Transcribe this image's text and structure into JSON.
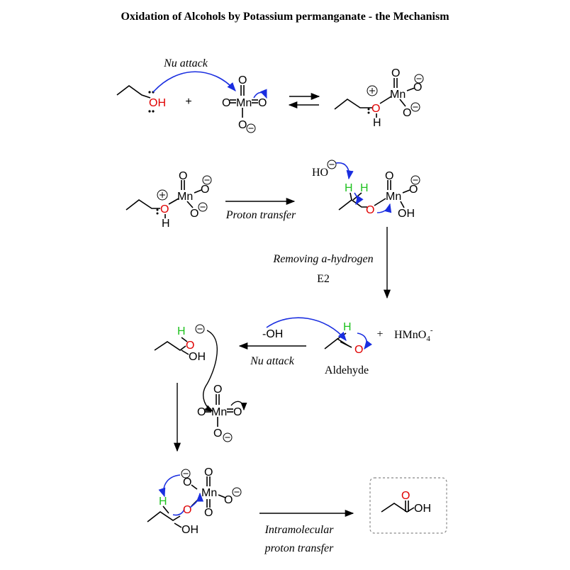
{
  "title": "Oxidation of Alcohols by Potassium permanganate - the Mechanism",
  "labels": {
    "nu_attack_1": "Nu attack",
    "plus_1": "+",
    "proton_transfer": "Proton transfer",
    "removing_alpha": "Removing a-hydrogen",
    "e2": "E2",
    "plus_2": "+",
    "hmno4": "HMnO",
    "hmno4_sub": "4",
    "hmno4_sup": "-",
    "nu_attack_2": "Nu attack",
    "aldehyde": "Aldehyde",
    "intramolecular": "Intramolecular",
    "proton_transfer_2": "proton transfer"
  },
  "atoms": {
    "O": "O",
    "OH": "OH",
    "H": "H",
    "Mn": "Mn",
    "HO": "HO",
    "minus_OH": "-OH",
    "dots": ":",
    "plus_charge": "+",
    "minus_charge": "−"
  },
  "colors": {
    "oxygen": "#e00000",
    "hydrogen": "#1fc21f",
    "mechanism_arrow": "#1a2ee0",
    "box_border": "#888888"
  }
}
